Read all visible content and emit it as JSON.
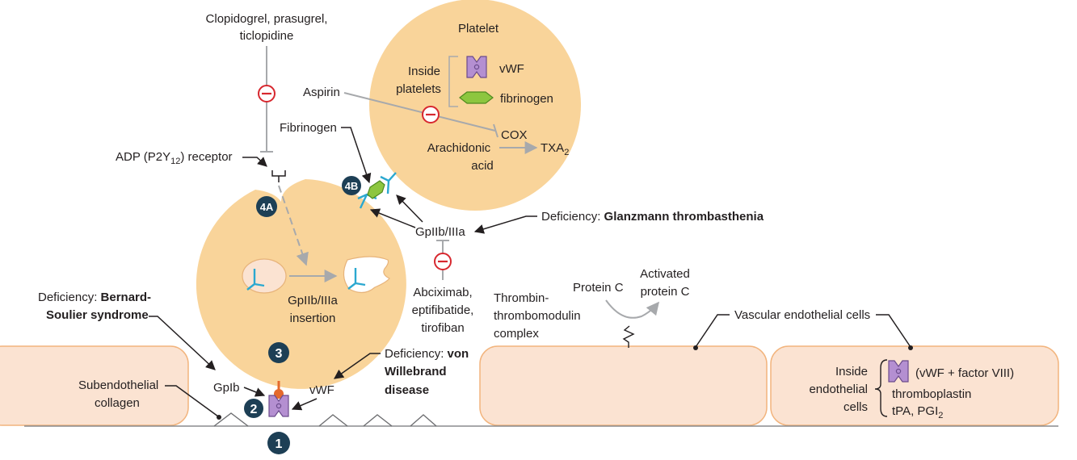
{
  "colors": {
    "cell_fill": "#f9d49a",
    "endothelial_fill": "#fbe3d2",
    "endothelial_stroke": "#f2b47d",
    "badge": "#1d3f55",
    "inhibit": "#d7282f",
    "gp_receptor": "#2ba8d0",
    "vwf_fill": "#b48fd1",
    "fibrinogen_fill": "#8dc63f",
    "arrow": "#231f20",
    "gray_arrow": "#a7a9ac"
  },
  "icons": [
    "inhibit-icon",
    "vwf-icon",
    "fibrinogen-icon",
    "receptor-icon",
    "squiggle-icon"
  ],
  "labels": {
    "clopidogrel_line1": "Clopidogrel, prasugrel,",
    "clopidogrel_line2": "ticlopidine",
    "adp_prefix": "ADP (P2Y",
    "adp_sub": "12",
    "adp_suffix": ") receptor",
    "platelet_title": "Platelet",
    "inside_platelets_1": "Inside",
    "inside_platelets_2": "platelets",
    "vwf_inside": "vWF",
    "fibrinogen_inside": "fibrinogen",
    "aspirin": "Aspirin",
    "cox": "COX",
    "arachidonic_1": "Arachidonic",
    "arachidonic_2": "acid",
    "txa": "TXA",
    "txa_sub": "2",
    "fibrinogen_label": "Fibrinogen",
    "gp2b3a": "GpIIb/IIIa",
    "glanz_prefix": "Deficiency: ",
    "glanz_bold": "Glanzmann thrombasthenia",
    "abcix_1": "Abciximab,",
    "abcix_2": "eptifibatide,",
    "abcix_3": "tirofiban",
    "insertion_1": "GpIIb/IIIa",
    "insertion_2": "insertion",
    "bernard_prefix": "Deficiency: ",
    "bernard_bold_1": "Bernard-",
    "bernard_bold_2": "Soulier syndrome",
    "gpib": "GpIb",
    "subendo_1": "Subendothelial",
    "subendo_2": "collagen",
    "vwf_label": "vWF",
    "vwd_prefix": "Deficiency: ",
    "vwd_bold_1": "von",
    "vwd_bold_2": "Willebrand",
    "vwd_bold_3": "disease",
    "thrombin_1": "Thrombin-",
    "thrombin_2": "thrombomodulin",
    "thrombin_3": "complex",
    "protein_c": "Protein C",
    "activated_1": "Activated",
    "activated_2": "protein C",
    "vascular": "Vascular endothelial cells",
    "inside_endo_1": "Inside",
    "inside_endo_2": "endothelial",
    "inside_endo_3": "cells",
    "vwf_factor": "(vWF + factor VIII)",
    "thromboplastin": "thromboplastin",
    "tpa_prefix": "tPA, PGI",
    "tpa_sub": "2"
  },
  "badges": {
    "b1": "1",
    "b2": "2",
    "b3": "3",
    "b4a": "4A",
    "b4b": "4B"
  }
}
